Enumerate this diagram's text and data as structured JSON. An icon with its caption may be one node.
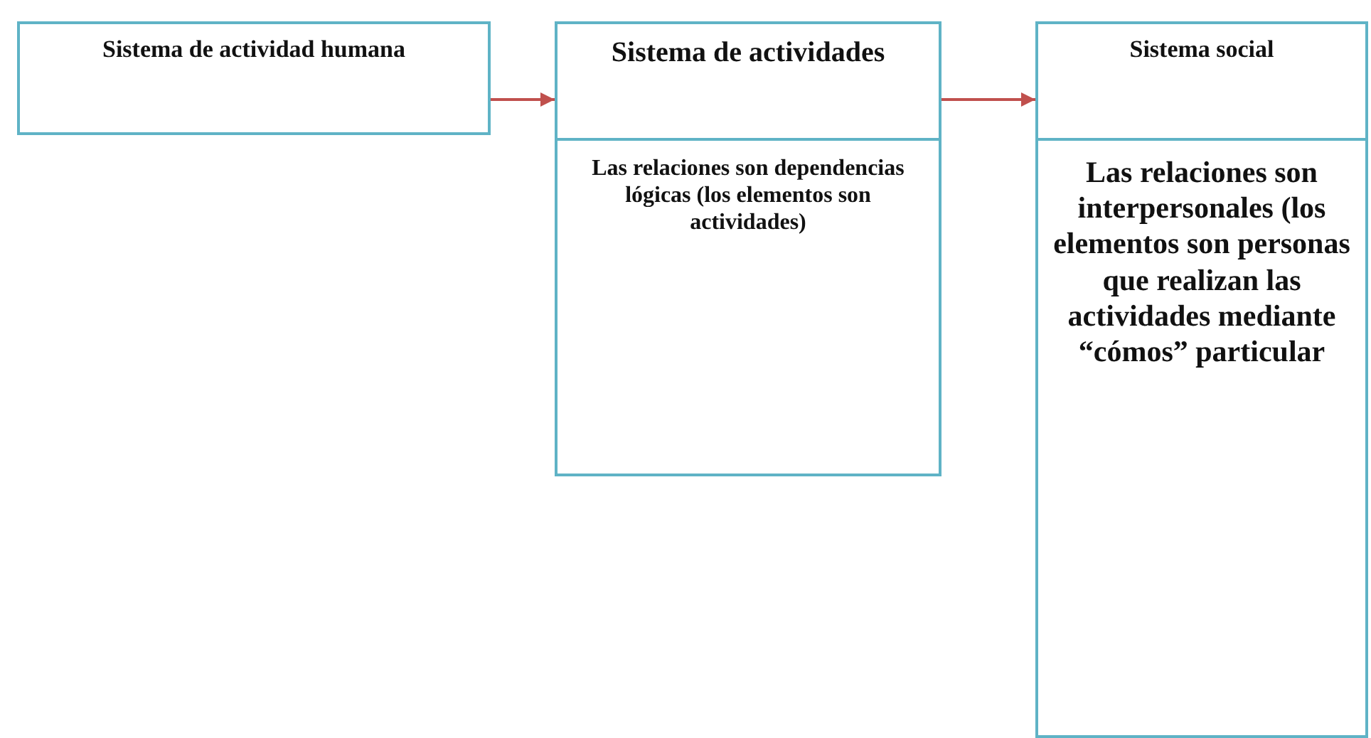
{
  "diagram": {
    "nodes": [
      {
        "text": [
          "Sistema de actividad humana"
        ]
      },
      {
        "text": [
          "Sistema de actividades",
          "Las relaciones son dependencias lógicas (los elementos son actividades)"
        ]
      },
      {
        "text": [
          "Sistema social",
          "Las relaciones son interpersonales (los elementos son personas que realizan las actividades mediante “cómos” particular"
        ]
      }
    ],
    "edges": [
      {
        "from": 0,
        "to": 1,
        "arrow": "to"
      },
      {
        "from": 1,
        "to": 2,
        "arrow": "to"
      }
    ]
  }
}
